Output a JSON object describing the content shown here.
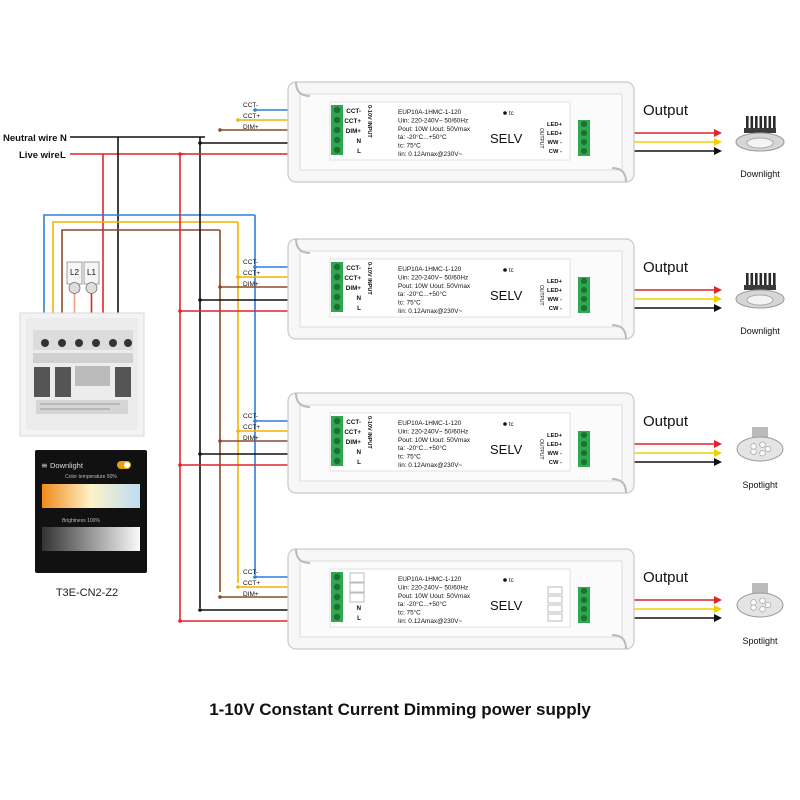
{
  "inputs": {
    "neutral_label": "Neutral wire",
    "neutral_code": "N",
    "live_label": "Live wire",
    "live_code": "L"
  },
  "switch": {
    "terminal_l2": "L2",
    "terminal_l1": "L1",
    "model": "T3E-CN2-Z2",
    "screen_title": "Downlight",
    "color_temp_label": "Color temperature 50%",
    "brightness_label": "Brightness 100%"
  },
  "wire_labels": {
    "cct_minus": "CCT-",
    "cct_plus": "CCT+",
    "dim_plus": "DIM+"
  },
  "driver": {
    "model": "EUP10A-1HMC-1-120",
    "input_spec": "Uin: 220-240V~  50/60Hz",
    "power_spec": "Pout: 10W  Uout: 50Vmax",
    "ambient_spec": "ta: -20°C...+50°C",
    "case_temp": "tc: 75°C",
    "current_spec": "Iin: 0.12Amax@230V~",
    "selv": "SELV",
    "tc_mark": "tc",
    "input_side": "0-10V INPUT",
    "output_side": "OUTPUT",
    "in_terminals": [
      "CCT-",
      "CCT+",
      "DIM+",
      "N",
      "L"
    ],
    "out_terminals": [
      "LED+",
      "LED+",
      "WW -",
      "CW -"
    ]
  },
  "outputs": [
    {
      "heading": "Output",
      "fixture": "Downlight",
      "icon": "downlight-icon"
    },
    {
      "heading": "Output",
      "fixture": "Downlight",
      "icon": "downlight-icon"
    },
    {
      "heading": "Output",
      "fixture": "Spotlight",
      "icon": "spotlight-icon"
    },
    {
      "heading": "Output",
      "fixture": "Spotlight",
      "icon": "spotlight-icon"
    }
  ],
  "wire_colors": {
    "neutral": "#111111",
    "live": "#e0242d",
    "cct_minus": "#2f7fd6",
    "cct_plus": "#f0b400",
    "dim_plus": "#8a4a2a",
    "led_plus": "#e0242d",
    "ww": "#f2d000",
    "cw": "#111111"
  },
  "caption": "1-10V Constant Current Dimming power supply"
}
